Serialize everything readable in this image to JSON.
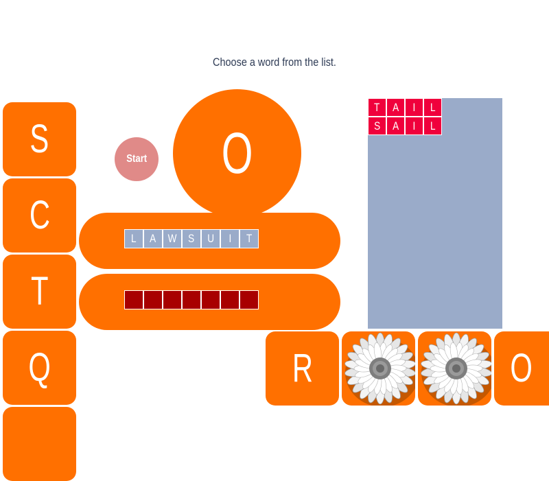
{
  "instruction": "Choose a word from the list.",
  "start_button": {
    "label": "Start"
  },
  "center_letter": "O",
  "left_tiles": [
    "S",
    "C",
    "T",
    "Q"
  ],
  "bottom_tiles": [
    {
      "letter": "R",
      "flower": false
    },
    {
      "letter": "",
      "flower": true
    },
    {
      "letter": "",
      "flower": true
    },
    {
      "letter": "O",
      "flower": false
    }
  ],
  "target_word": [
    "L",
    "A",
    "W",
    "S",
    "U",
    "I",
    "T"
  ],
  "answer_slots": [
    "",
    "",
    "",
    "",
    "",
    "",
    ""
  ],
  "word_list": [
    [
      "T",
      "A",
      "I",
      "L"
    ],
    [
      "S",
      "A",
      "I",
      "L"
    ]
  ],
  "colors": {
    "tile_orange": "#ff7000",
    "slot_blue": "#9aabc9",
    "slot_red": "#a80000",
    "word_red": "#f0003c",
    "start_pink": "#e08a88",
    "panel_blue": "#9aabc9"
  },
  "icons": {
    "flower": "daisy-icon"
  }
}
